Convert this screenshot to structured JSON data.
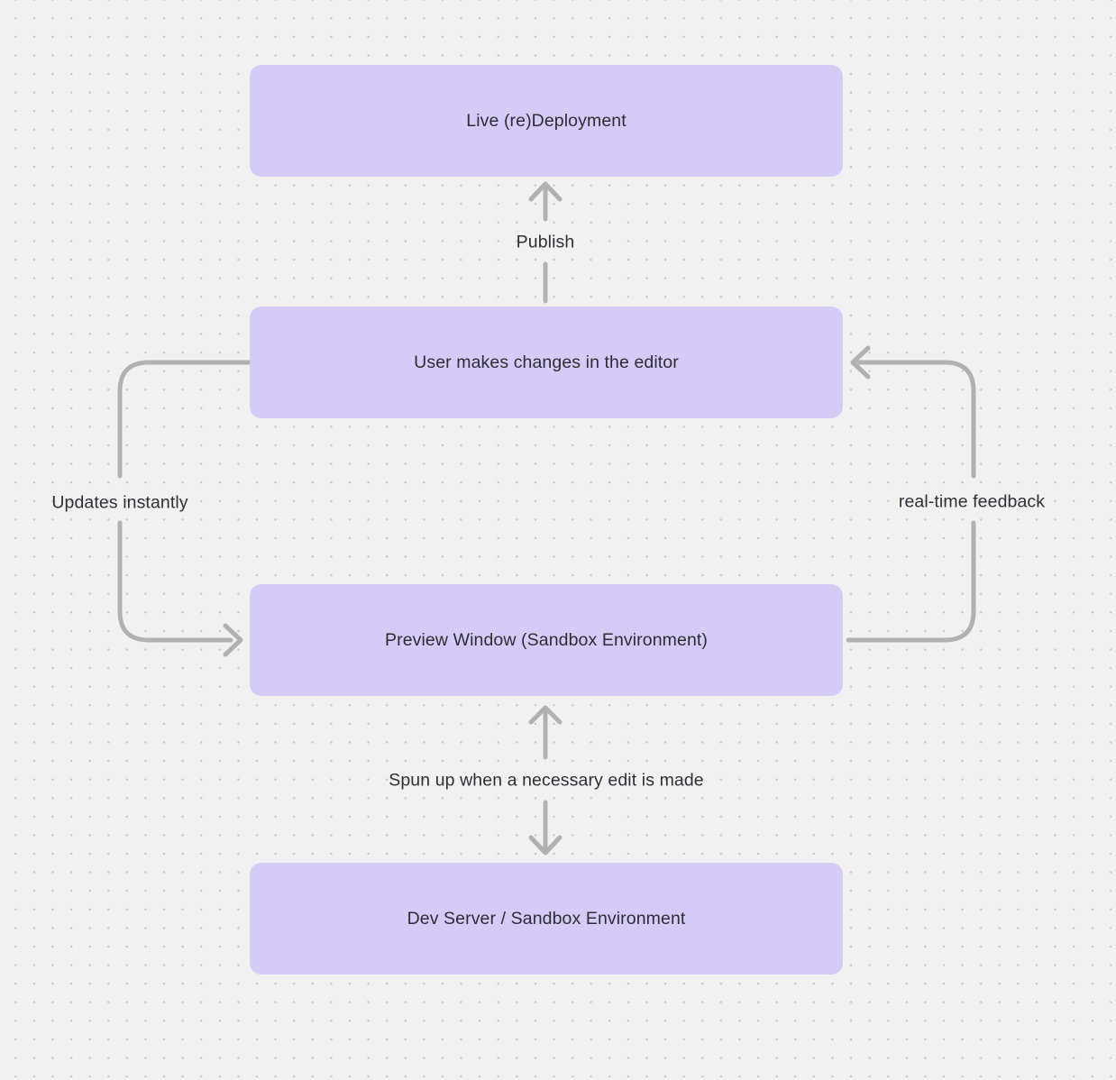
{
  "colors": {
    "background": "#f2f1f1",
    "dot": "#c6c6c6",
    "node_fill": "#d6cbf7",
    "node_text": "#2d2d35",
    "arrow": "#b1b1b1",
    "label_text": "#2f2f36"
  },
  "diagram": {
    "type": "flowchart",
    "nodes": [
      {
        "id": "live-redeployment",
        "label": "Live (re)Deployment"
      },
      {
        "id": "user-editor",
        "label": "User makes changes in the editor"
      },
      {
        "id": "preview-window",
        "label": "Preview Window (Sandbox Environment)"
      },
      {
        "id": "dev-server",
        "label": "Dev Server / Sandbox Environment"
      }
    ],
    "edges": [
      {
        "label": "Publish",
        "from": "user-editor",
        "to": "live-redeployment",
        "direction": "up"
      },
      {
        "label": "Updates instantly",
        "from": "user-editor",
        "to": "preview-window",
        "direction": "left-loop"
      },
      {
        "label": "real-time feedback",
        "from": "preview-window",
        "to": "user-editor",
        "direction": "right-loop"
      },
      {
        "label": "Spun up when a necessary edit is made",
        "from": "preview-window",
        "to": "dev-server",
        "direction": "bidirectional"
      }
    ]
  }
}
